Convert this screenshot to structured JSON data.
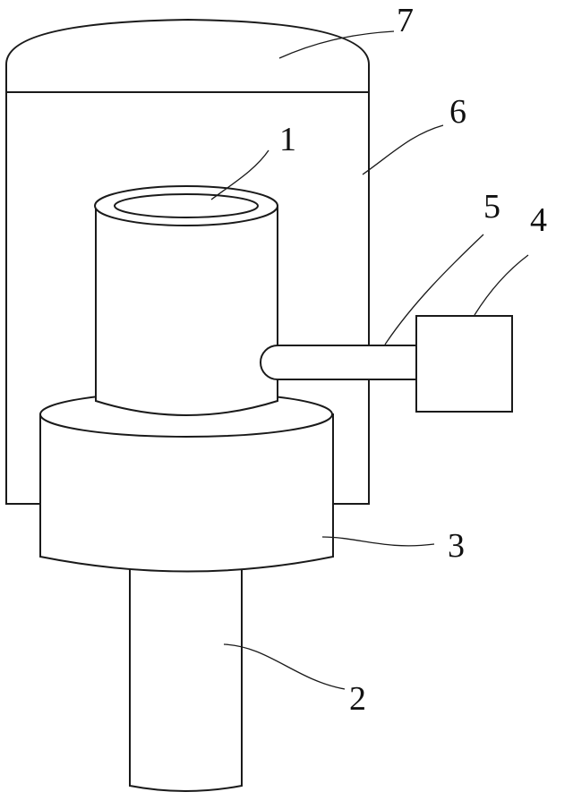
{
  "figure": {
    "labels": {
      "part_1": "1",
      "part_2": "2",
      "part_3": "3",
      "part_4": "4",
      "part_5": "5",
      "part_6": "6",
      "part_7": "7"
    }
  }
}
